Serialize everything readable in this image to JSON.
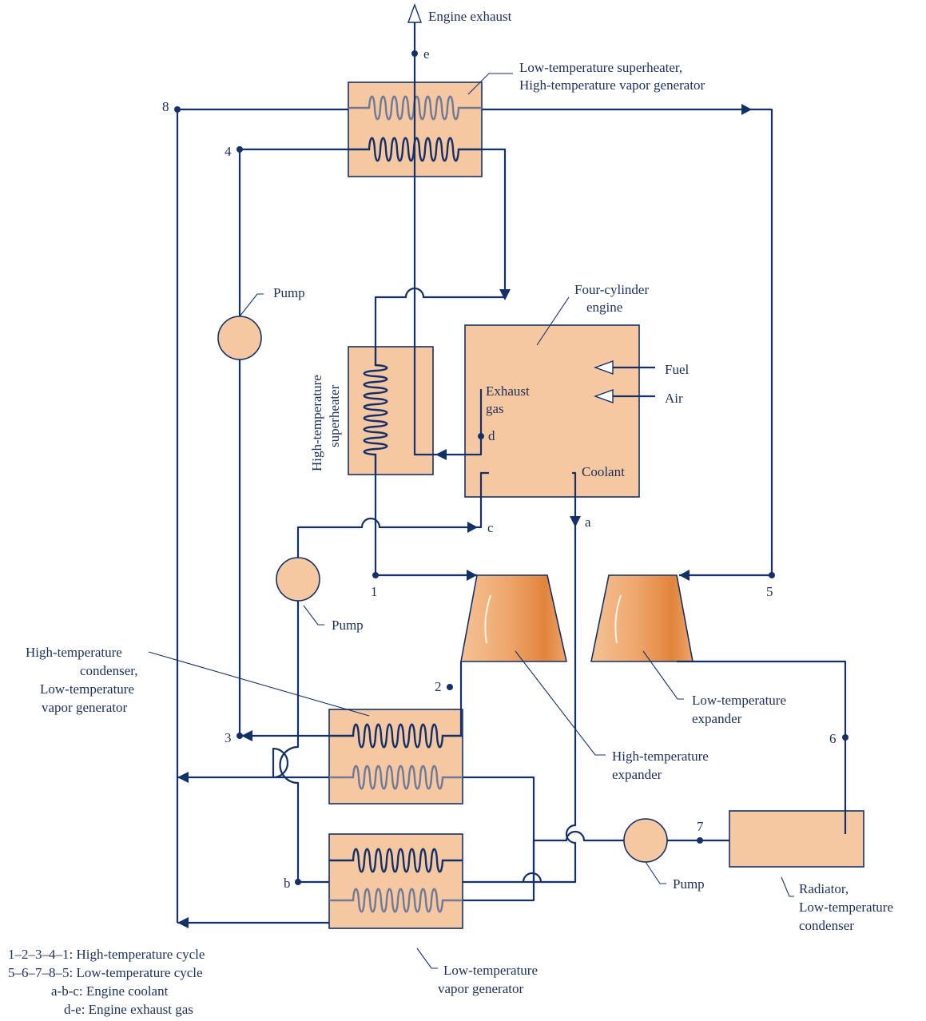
{
  "colors": {
    "line": "#14306b",
    "component_fill": "#f6c8a1",
    "expander_light": "#f2b27c",
    "expander_dark": "#e08840",
    "light_coil": "#6f7a99",
    "text": "#1c2f5a"
  },
  "labels": {
    "engine_exhaust": "Engine exhaust",
    "lt_superheater_line1": "Low-temperature superheater,",
    "lt_superheater_line2": "High-temperature vapor generator",
    "pump_top": "Pump",
    "pump_mid": "Pump",
    "pump_bottom": "Pump",
    "four_cylinder_line1": "Four-cylinder",
    "four_cylinder_line2": "engine",
    "fuel": "Fuel",
    "air": "Air",
    "exhaust_line1": "Exhaust",
    "exhaust_line2": "gas",
    "coolant": "Coolant",
    "ht_superheater_line1": "High-temperature",
    "ht_superheater_line2": "superheater",
    "ht_condenser_line1": "High-temperature",
    "ht_condenser_line2": "condenser,",
    "ht_condenser_line3": "Low-temperature",
    "ht_condenser_line4": "vapor generator",
    "lt_expander_line1": "Low-temperature",
    "lt_expander_line2": "expander",
    "ht_expander_line1": "High-temperature",
    "ht_expander_line2": "expander",
    "radiator_line1": "Radiator,",
    "radiator_line2": "Low-temperature",
    "radiator_line3": "condenser",
    "lt_vapor_gen_line1": "Low-temperature",
    "lt_vapor_gen_line2": "vapor generator"
  },
  "states": {
    "s1": "1",
    "s2": "2",
    "s3": "3",
    "s4": "4",
    "s5": "5",
    "s6": "6",
    "s7": "7",
    "s8": "8",
    "a": "a",
    "b": "b",
    "c": "c",
    "d": "d",
    "e": "e"
  },
  "legend": [
    "1–2–3–4–1: High-temperature cycle",
    "5–6–7–8–5: Low-temperature cycle",
    "a-b-c: Engine coolant",
    "d-e: Engine exhaust gas"
  ]
}
